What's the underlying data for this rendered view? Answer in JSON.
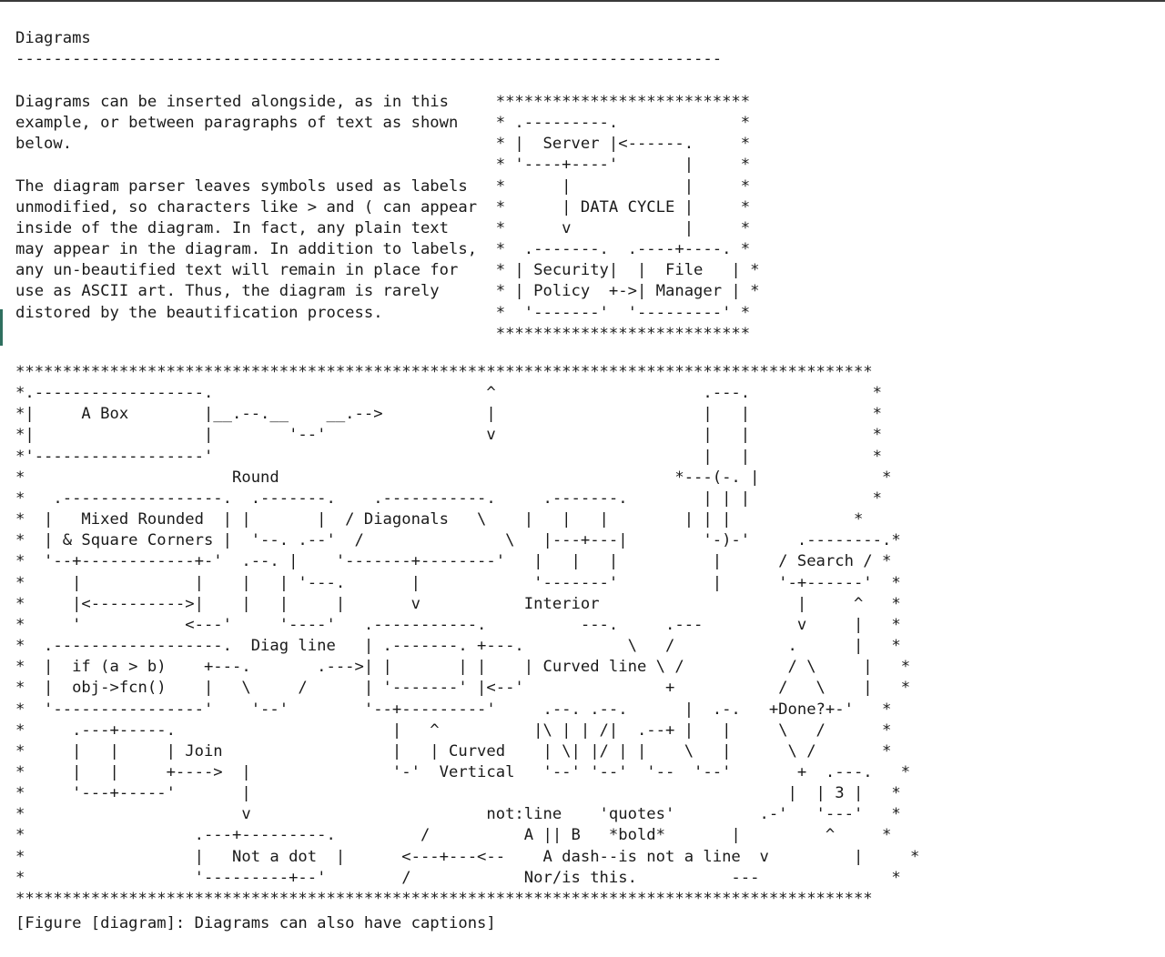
{
  "document": {
    "title": "Diagrams",
    "title_rule": "---------------------------------------------------------------------------",
    "intro_block": "Diagrams can be inserted alongside, as in this     ***************************\nexample, or between paragraphs of text as shown    * .---------.             *\nbelow.                                             * |  Server |<------.     *\n                                                   * '----+----'       |     *\nThe diagram parser leaves symbols used as labels   *      |            |     *\nunmodified, so characters like > and ( can appear  *      | DATA CYCLE |     *\ninside of the diagram. In fact, any plain text     *      v            |     *\nmay appear in the diagram. In addition to labels,  *  .-------.  .----+----. *\nany un-beautified text will remain in place for    * | Security|  |  File   | *\nuse as ASCII art. Thus, the diagram is rarely      * | Policy  +->| Manager | *\ndistored by the beautification process.            *  '-------'  '---------' *\n                                                   ***************************",
    "main_diagram": "*******************************************************************************************\n*.------------------.                             ^                      .---.             *\n*|     A Box        |__.--.__    __.-->           |                      |   |             *\n*|                  |        '--'                 v                      |   |             *\n*'------------------'                                                    |   |             *\n*                      Round                                          *---(-. |             *\n*   .-----------------.  .-------.    .-----------.     .-------.        | | |             *\n*  |   Mixed Rounded  | |       |  / Diagonals   \\    |   |   |        | | |             *\n*  | & Square Corners |  '--. .--'  /               \\   |---+---|        '-)-'     .--------.*\n*  '--+------------+-'  .--. |    '-------+--------'   |   |   |          |      / Search / *\n*     |            |    |   | '---.       |            '-------'          |      '-+------'  *\n*     |<---------->|    |   |     |       v           Interior                     |     ^   *\n*     '           <---'     '----'   .-----------.          ---.     .---          v     |   *\n*  .------------------.  Diag line   | .-------. +---.           \\   /            .      |   *\n*  |  if (a > b)    +---.       .--->| |       | |    | Curved line \\ /           / \\     |   *\n*  |  obj->fcn()    |   \\     /      | '-------' |<--'               +           /   \\    |   *\n*  '----------------'    '--'        '--+---------'     .--. .--.      |  .-.   +Done?+-'   *\n*     .---+-----.                       |   ^          |\\ | | /|  .--+ |   |     \\   /      *\n*     |   |     | Join                  |   | Curved    | \\| |/ | |    \\   |      \\ /       *\n*     |   |     +---->  |               '-'  Vertical   '--' '--'  '--  '--'       +  .---.   *\n*     '---+-----'       |                                                         |  | 3 |   *\n*                       v                         not:line    'quotes'         .-'   '---'   *\n*                  .---+---------.         /          A || B   *bold*       |         ^     *\n*                  |   Not a dot  |      <---+---<--    A dash--is not a line  v         |     *\n*                  '---------+--'        /            Nor/is this.          ---              *\n*******************************************************************************************",
    "caption": "[Figure [diagram]: Diagrams can also have captions]"
  }
}
